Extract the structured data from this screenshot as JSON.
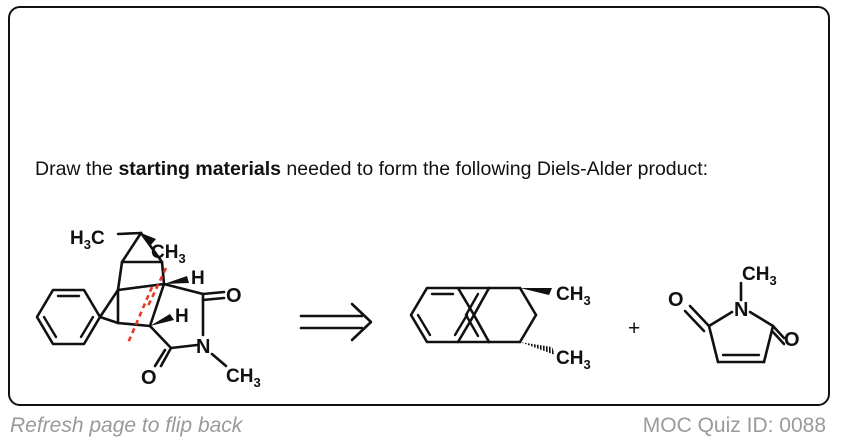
{
  "question": {
    "prefix": "Draw the ",
    "emphasis": "starting materials",
    "suffix": " needed to form the following Diels-Alder product:"
  },
  "footer": {
    "left": "Refresh page to flip back",
    "right": "MOC Quiz ID: 0088"
  },
  "product_labels": {
    "h3c": "H",
    "h3c_sub": "3",
    "h3c_c": "C",
    "ch3_top": "CH",
    "ch3_top_sub": "3",
    "h_upper": "H",
    "h_lower": "H",
    "o_upper": "O",
    "o_lower": "O",
    "n": "N",
    "n_ch3": "CH",
    "n_ch3_sub": "3"
  },
  "diene_labels": {
    "ch3_upper": "CH",
    "ch3_upper_sub": "3",
    "ch3_lower": "CH",
    "ch3_lower_sub": "3"
  },
  "plus": "+",
  "dienophile_labels": {
    "ch3": "CH",
    "ch3_sub": "3",
    "n": "N",
    "o_left": "O",
    "o_right": "O"
  },
  "colors": {
    "border": "#111111",
    "cut_line": "#e53a24",
    "footer_text": "#9a9a9a"
  }
}
